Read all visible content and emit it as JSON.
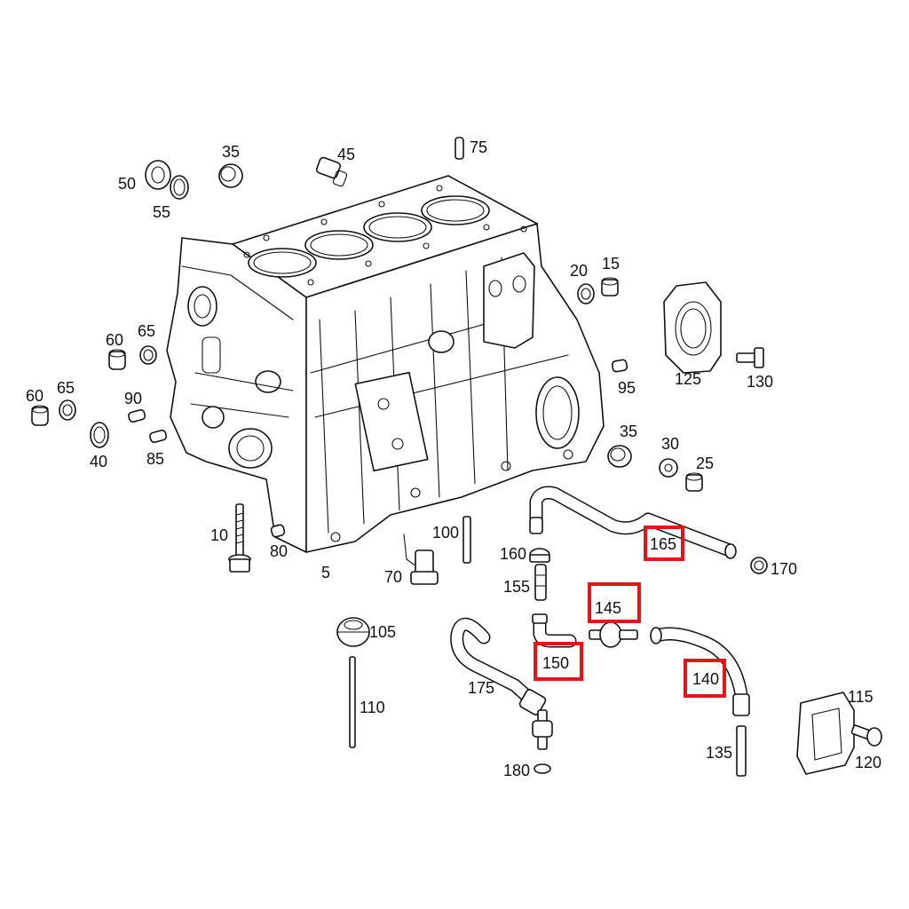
{
  "diagram": {
    "part_callouts": [
      "5",
      "10",
      "15",
      "20",
      "25",
      "30",
      "35",
      "35",
      "40",
      "45",
      "50",
      "55",
      "60",
      "60",
      "65",
      "65",
      "70",
      "75",
      "80",
      "85",
      "90",
      "95",
      "100",
      "105",
      "110",
      "115",
      "120",
      "125",
      "130",
      "135",
      "140",
      "145",
      "150",
      "155",
      "160",
      "165",
      "170",
      "175",
      "180"
    ],
    "highlighted_callouts": [
      "165",
      "145",
      "150",
      "140"
    ],
    "highlight_color": "#e0161b",
    "line_color": "#111111",
    "background_color": "#ffffff"
  }
}
